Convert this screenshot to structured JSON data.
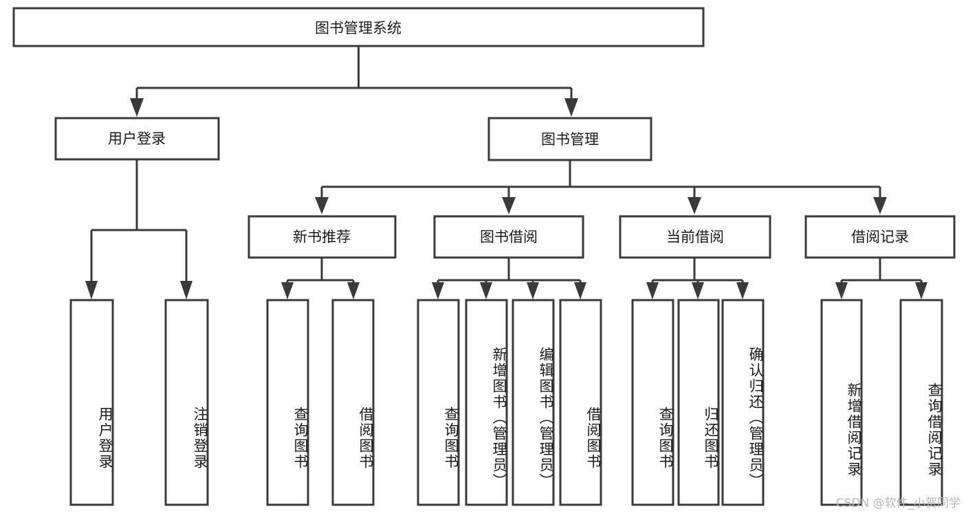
{
  "diagram": {
    "title": "图书管理系统",
    "watermark": "CSDN @软件_小贺同学",
    "style": {
      "stroke": "#3a3a3a",
      "fill": "#ffffff",
      "text": "#1a1a1a",
      "watermark_color": "#b6b6b6"
    },
    "root": {
      "label": "图书管理系统"
    },
    "level2": [
      {
        "label": "用户登录"
      },
      {
        "label": "图书管理"
      }
    ],
    "level3": [
      {
        "label": "新书推荐"
      },
      {
        "label": "图书借阅"
      },
      {
        "label": "当前借阅"
      },
      {
        "label": "借阅记录"
      }
    ],
    "leaves": {
      "user_login": [
        {
          "label": "用户登录"
        },
        {
          "label": "注销登录"
        }
      ],
      "new_book_recommend": [
        {
          "label": "查询图书"
        },
        {
          "label": "借阅图书"
        }
      ],
      "book_borrow": [
        {
          "label": "查询图书"
        },
        {
          "label": "新增图书（管理员）"
        },
        {
          "label": "编辑图书（管理员）"
        },
        {
          "label": "借阅图书"
        }
      ],
      "current_borrow": [
        {
          "label": "查询图书"
        },
        {
          "label": "归还图书"
        },
        {
          "label": "确认归还（管理员）"
        }
      ],
      "borrow_records": [
        {
          "label": "新增借阅记录"
        },
        {
          "label": "查询借阅记录"
        }
      ]
    }
  }
}
